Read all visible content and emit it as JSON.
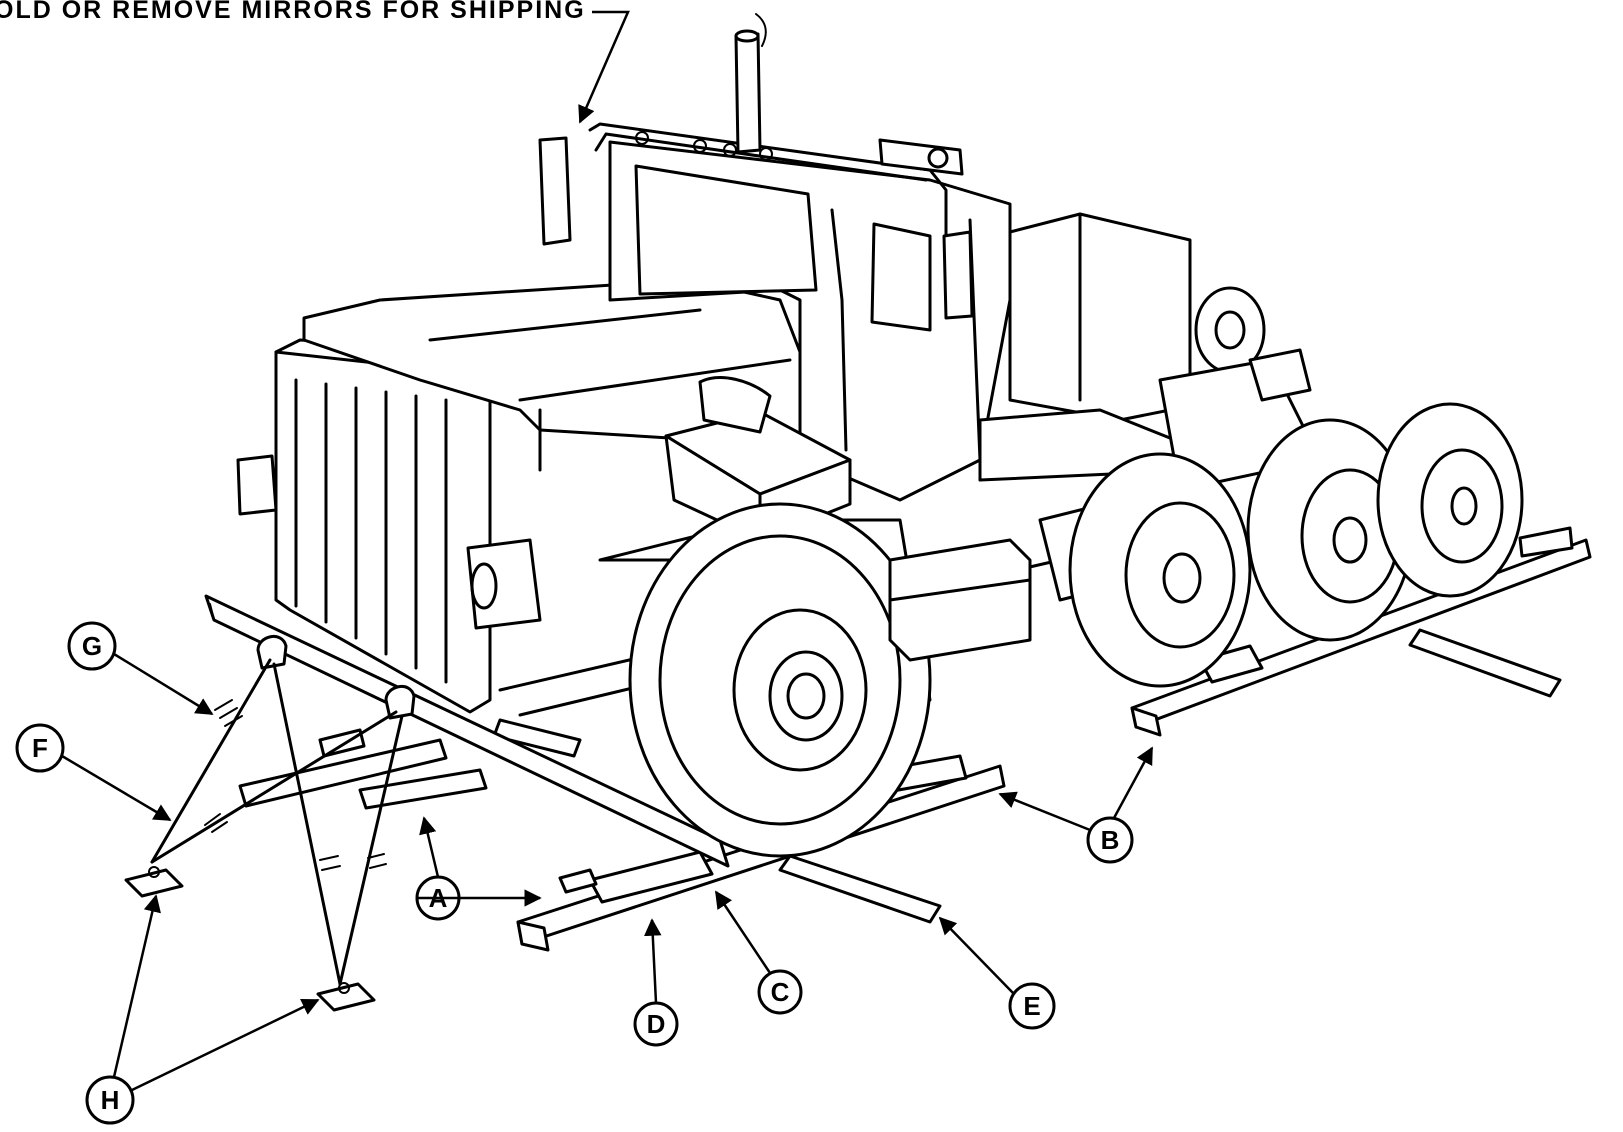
{
  "caption": "OLD OR REMOVE MIRRORS FOR SHIPPING",
  "callouts": {
    "A": "A",
    "B": "B",
    "C": "C",
    "D": "D",
    "E": "E",
    "F": "F",
    "G": "G",
    "H": "H"
  }
}
